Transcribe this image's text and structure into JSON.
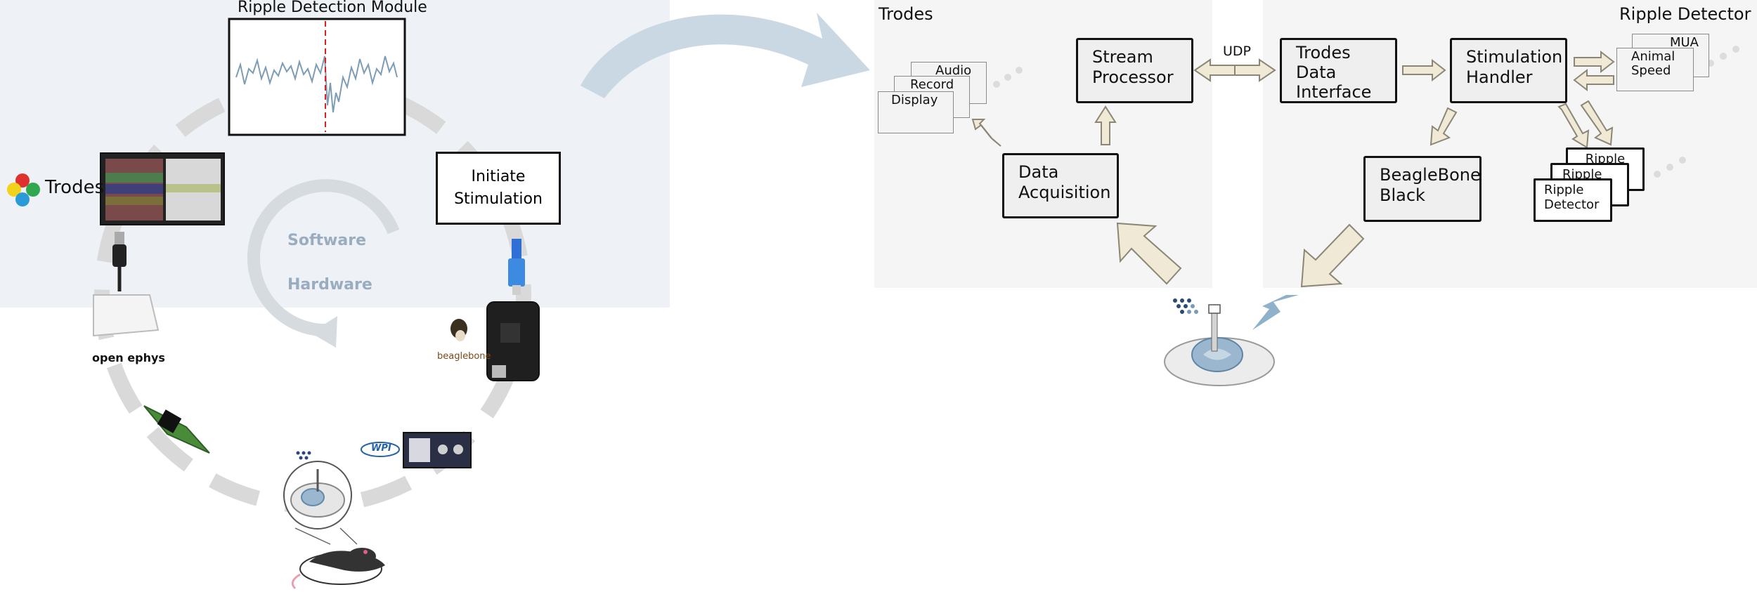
{
  "left": {
    "module_title": "Ripple Detection Module",
    "trodes_logo_text": "Trodes",
    "initiate_stimulation": "Initiate\nStimulation",
    "loop_software": "Software",
    "loop_hardware": "Hardware",
    "open_ephys_logo": "open ephys",
    "beaglebone_logo": "beaglebone",
    "wpi_logo": "WPI"
  },
  "right": {
    "trodes_panel_title": "Trodes",
    "ripple_panel_title": "Ripple Detector",
    "udp_label": "UDP",
    "stream_processor": "Stream\nProcessor",
    "trodes_data_interface": "Trodes\nData\nInterface",
    "stimulation_handler": "Stimulation\nHandler",
    "data_acquisition": "Data\nAcquisition",
    "beaglebone_black": "BeagleBone\nBlack",
    "module_audio": "Audio",
    "module_record": "Record",
    "module_display": "Display",
    "module_mua": "MUA",
    "module_animal_speed": "Animal\nSpeed",
    "ripple_detector_back": "Ripple",
    "ripple_detector_mid": "Ripple",
    "ripple_detector_front": "Ripple\nDetector"
  },
  "colors": {
    "left_panel": "#eef2f6",
    "right_panel": "#f5f5f5",
    "loop_gray": "#dcdcdc",
    "arrow_fill": "#efe9d6",
    "big_arrow": "#c9d8e2",
    "software_text": "#9aacbf"
  }
}
